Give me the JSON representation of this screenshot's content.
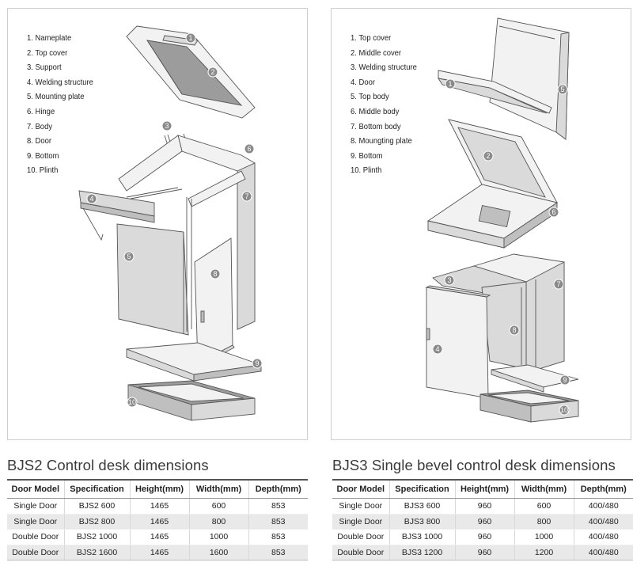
{
  "left": {
    "parts": [
      "1. Nameplate",
      "2. Top cover",
      "3. Support",
      "4. Welding structure",
      "5. Mounting plate",
      "6. Hinge",
      "7. Body",
      "8. Door",
      "9. Bottom",
      "10. Plinth"
    ],
    "callouts": [
      "1",
      "2",
      "3",
      "4",
      "5",
      "6",
      "7",
      "8",
      "9",
      "10"
    ],
    "title": "BJS2 Control desk dimensions",
    "table": {
      "headers": [
        "Door Model",
        "Specification",
        "Height(mm)",
        "Width(mm)",
        "Depth(mm)"
      ],
      "rows": [
        [
          "Single Door",
          "BJS2  600",
          "1465",
          "600",
          "853"
        ],
        [
          "Single Door",
          "BJS2  800",
          "1465",
          "800",
          "853"
        ],
        [
          "Double Door",
          "BJS2  1000",
          "1465",
          "1000",
          "853"
        ],
        [
          "Double Door",
          "BJS2  1600",
          "1465",
          "1600",
          "853"
        ]
      ]
    }
  },
  "right": {
    "parts": [
      "1. Top cover",
      "2. Middle cover",
      "3. Welding structure",
      "4. Door",
      "5. Top body",
      "6. Middle body",
      "7. Bottom body",
      "8. Moungting plate",
      "9. Bottom",
      "10. Plinth"
    ],
    "callouts": [
      "1",
      "2",
      "3",
      "4",
      "5",
      "6",
      "7",
      "8",
      "9",
      "10"
    ],
    "title": "BJS3 Single bevel control desk dimensions",
    "table": {
      "headers": [
        "Door Model",
        "Specification",
        "Height(mm)",
        "Width(mm)",
        "Depth(mm)"
      ],
      "rows": [
        [
          "Single Door",
          "BJS3  600",
          "960",
          "600",
          "400/480"
        ],
        [
          "Single Door",
          "BJS3  800",
          "960",
          "800",
          "400/480"
        ],
        [
          "Double Door",
          "BJS3  1000",
          "960",
          "1000",
          "400/480"
        ],
        [
          "Double Door",
          "BJS3  1200",
          "960",
          "1200",
          "400/480"
        ]
      ]
    }
  }
}
